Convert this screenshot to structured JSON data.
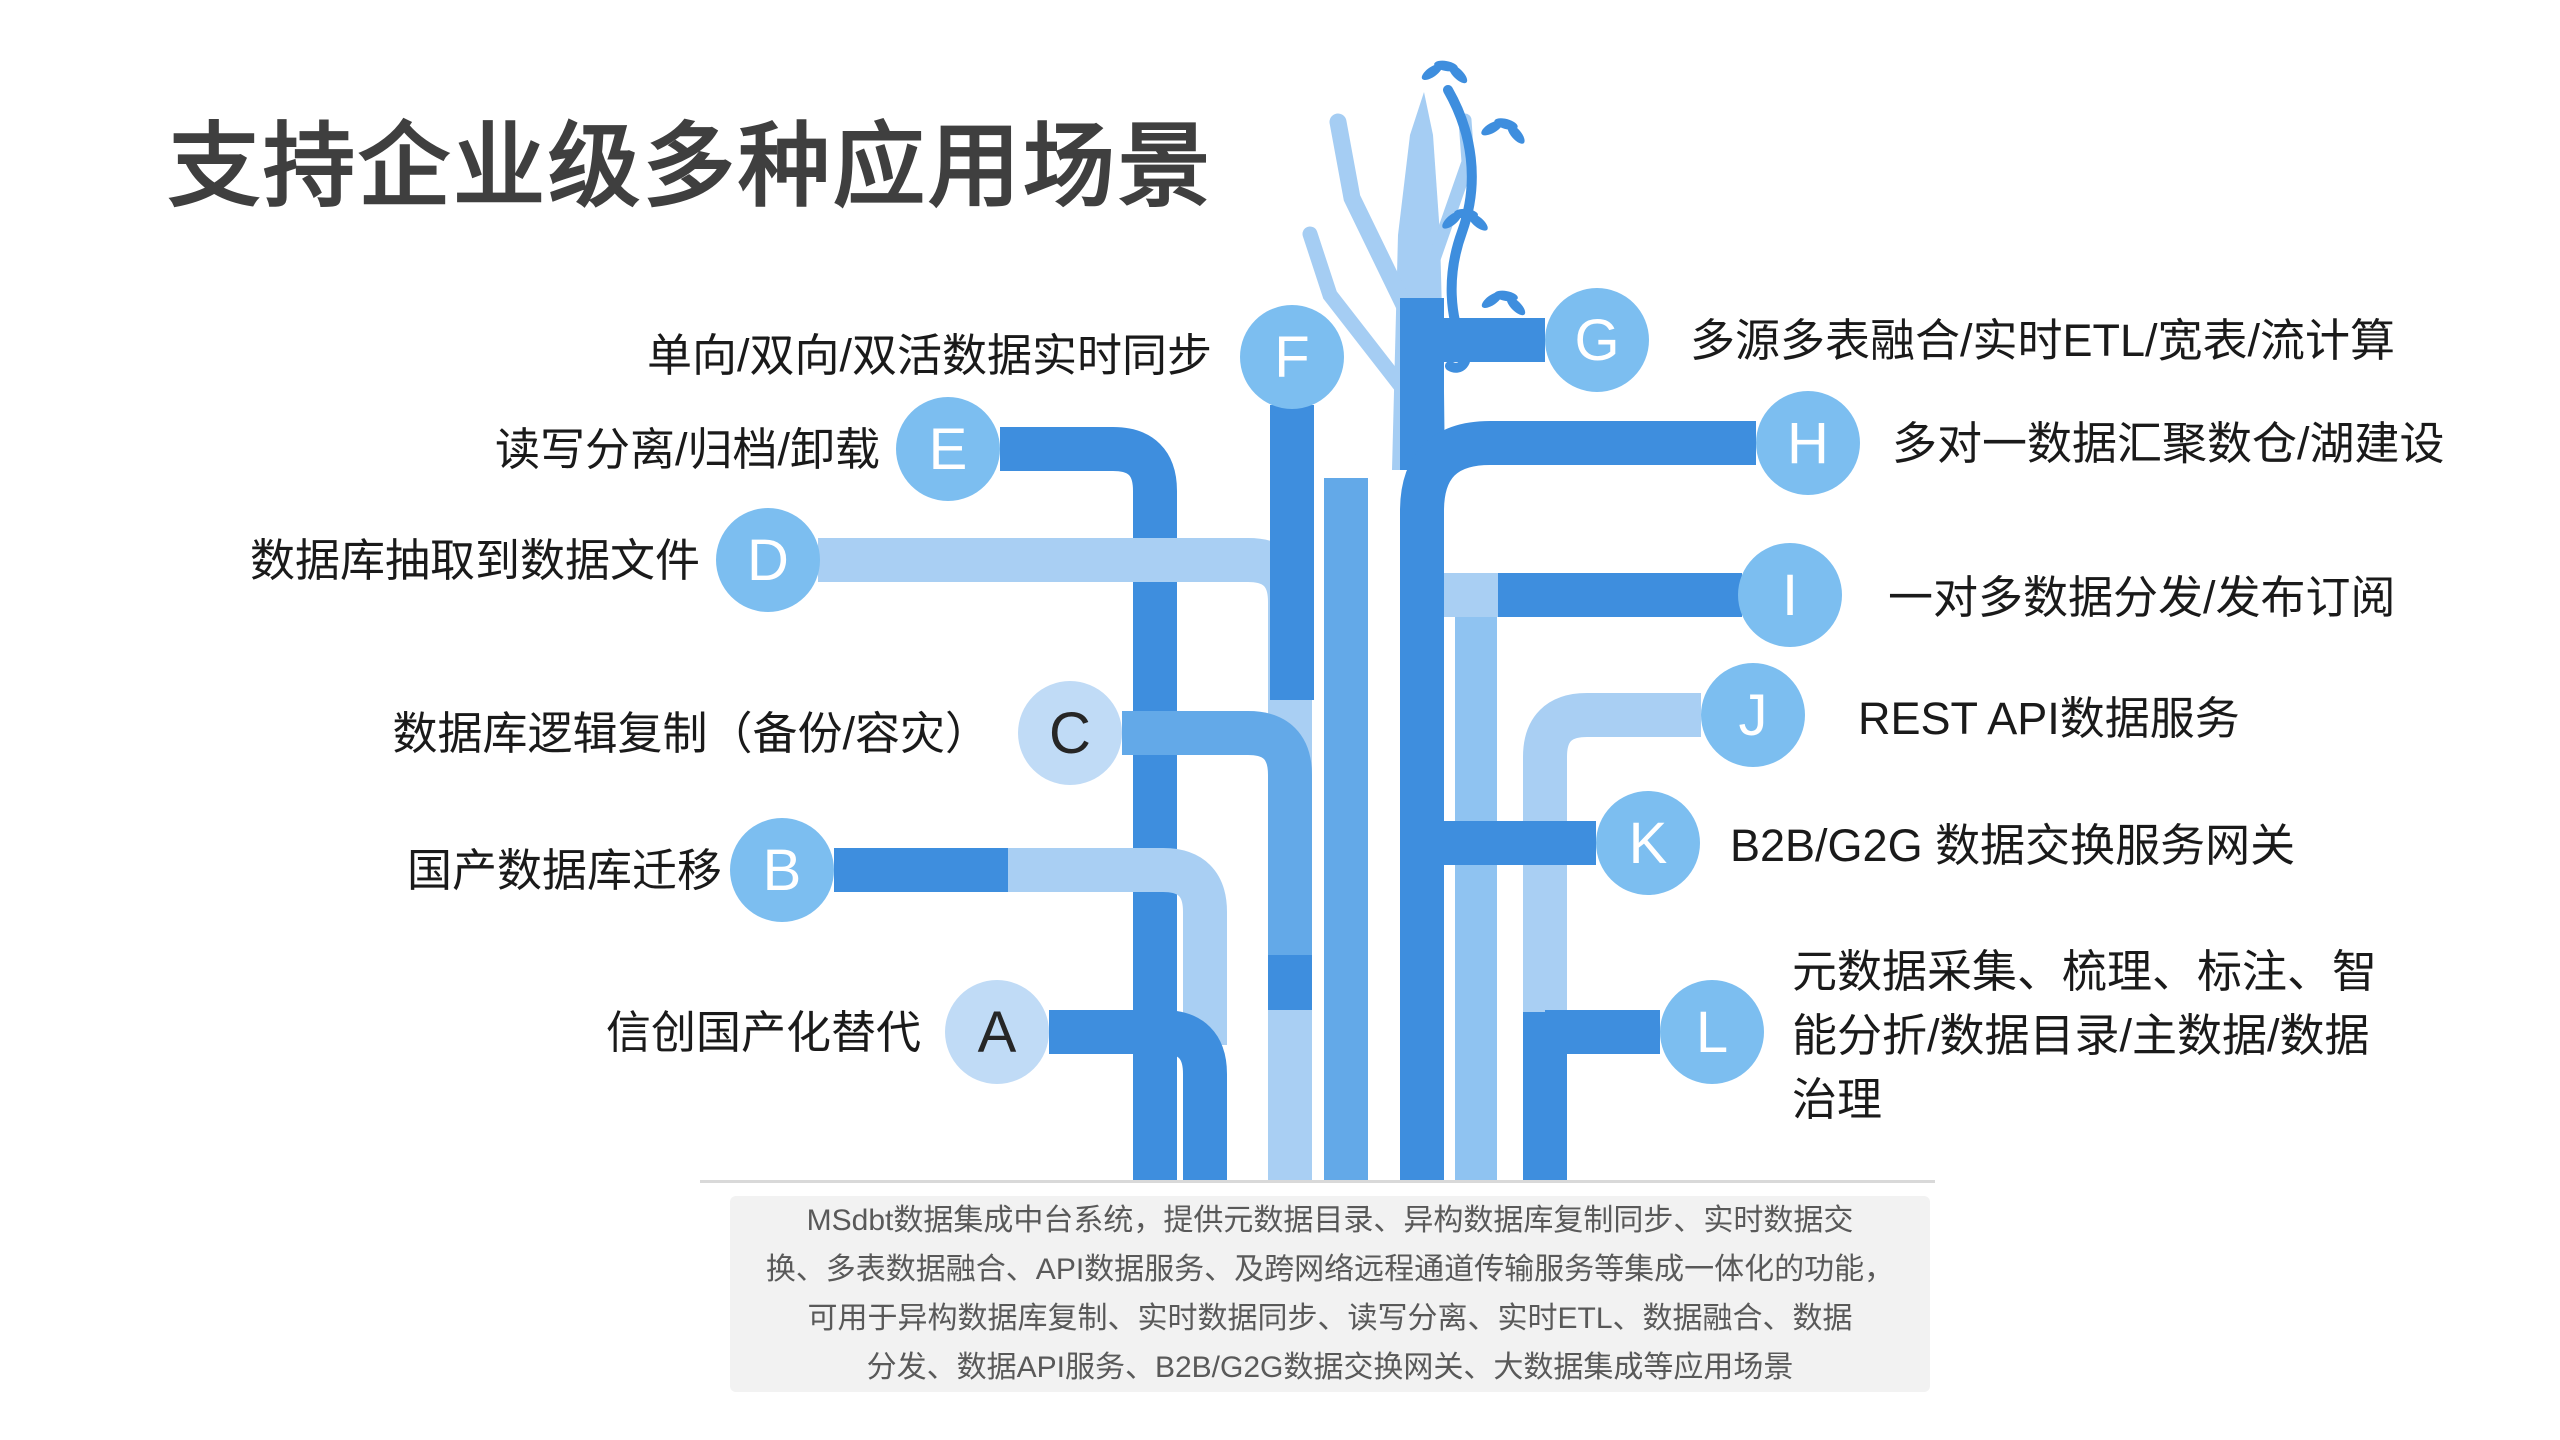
{
  "title": "支持企业级多种应用场景",
  "colors": {
    "pipe_dark": "#3e8ede",
    "pipe_mid": "#63a9e8",
    "pipe_mlight": "#8fc3f1",
    "pipe_light": "#a9cff3",
    "node_medium_fill": "#7cbef0",
    "node_light_fill": "#c0dbf6",
    "title_color": "#3f3f3f",
    "panel_bg": "#f2f2f2",
    "panel_text": "#595959"
  },
  "scenarios": {
    "left": [
      {
        "id": "F",
        "label": "单向/双向/双活数据实时同步"
      },
      {
        "id": "E",
        "label": "读写分离/归档/卸载"
      },
      {
        "id": "D",
        "label": "数据库抽取到数据文件"
      },
      {
        "id": "C",
        "label": "数据库逻辑复制（备份/容灾）"
      },
      {
        "id": "B",
        "label": "国产数据库迁移"
      },
      {
        "id": "A",
        "label": "信创国产化替代"
      }
    ],
    "right": [
      {
        "id": "G",
        "label": "多源多表融合/实时ETL/宽表/流计算"
      },
      {
        "id": "H",
        "label": "多对一数据汇聚数仓/湖建设"
      },
      {
        "id": "I",
        "label": "一对多数据分发/发布订阅"
      },
      {
        "id": "J",
        "label": "REST API数据服务"
      },
      {
        "id": "K",
        "label": "B2B/G2G 数据交换服务网关"
      },
      {
        "id": "L",
        "label_lines": [
          "元数据采集、梳理、标注、智",
          "能分折/数据目录/主数据/数据",
          "治理"
        ]
      }
    ]
  },
  "footer": {
    "lines": [
      "MSdbt数据集成中台系统，提供元数据目录、异构数据库复制同步、实时数据交",
      "换、多表数据融合、API数据服务、及跨网络远程通道传输服务等集成一体化的功能，",
      "可用于异构数据库复制、实时数据同步、读写分离、实时ETL、数据融合、数据",
      "分发、数据API服务、B2B/G2G数据交换网关、大数据集成等应用场景"
    ]
  }
}
